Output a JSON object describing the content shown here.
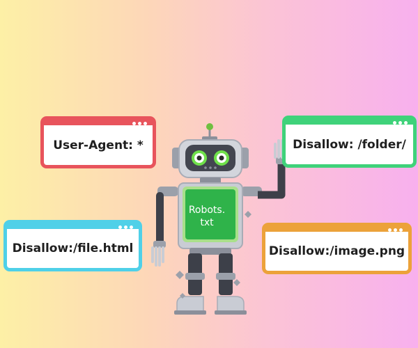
{
  "cards": {
    "user_agent": {
      "text": "User-Agent: *",
      "color": "#e8545c"
    },
    "folder": {
      "text": "Disallow: /folder/",
      "color": "#3fd27a"
    },
    "file": {
      "text": "Disallow:/file.html",
      "color": "#4fd0e8"
    },
    "image": {
      "text": "Disallow:/image.png",
      "color": "#eca23a"
    }
  },
  "robot": {
    "screen_line1": "Robots.",
    "screen_line2": "txt",
    "screen_color": "#2fb34a",
    "body_color": "#c9ccd4"
  }
}
